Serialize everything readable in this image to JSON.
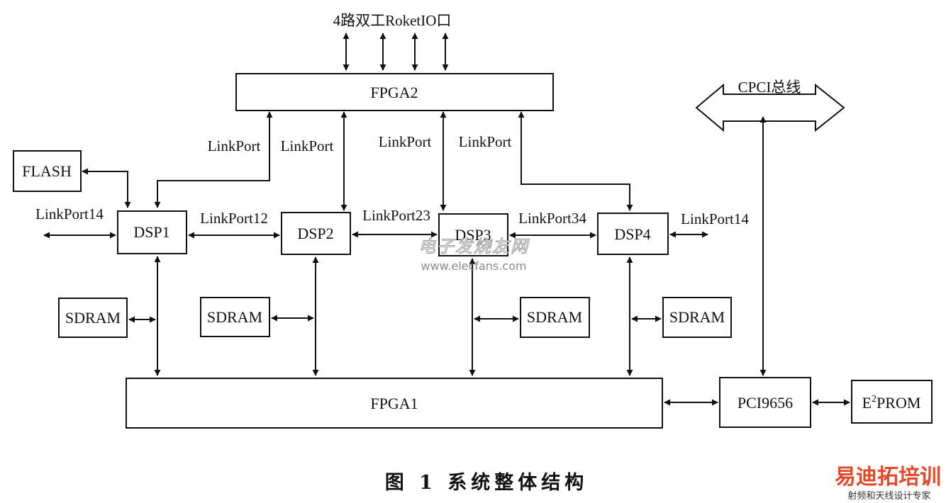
{
  "top_label": "4路双工RoketIO口",
  "cpci_label": "CPCI总线",
  "boxes": {
    "fpga2": "FPGA2",
    "fpga1": "FPGA1",
    "flash": "FLASH",
    "dsp1": "DSP1",
    "dsp2": "DSP2",
    "dsp3": "DSP3",
    "dsp4": "DSP4",
    "sdram1": "SDRAM",
    "sdram2": "SDRAM",
    "sdram3": "SDRAM",
    "sdram4": "SDRAM",
    "pci": "PCI9656",
    "eprom_e": "E",
    "eprom_sup": "2",
    "eprom_rest": "PROM"
  },
  "links": {
    "lp_dsp1_fpga2": "LinkPort",
    "lp_dsp2_fpga2": "LinkPort",
    "lp_dsp3_fpga2": "LinkPort",
    "lp_dsp4_fpga2": "LinkPort",
    "lp14_left": "LinkPort14",
    "lp12": "LinkPort12",
    "lp23": "LinkPort23",
    "lp34": "LinkPort34",
    "lp14_right": "LinkPort14"
  },
  "caption": "图 1   系统整体结构",
  "watermarks": {
    "site_cn": "电子发烧友网",
    "site_url": "www.elecfans.com",
    "brand": "易迪拓培训",
    "brand_sub": "射频和天线设计专家"
  },
  "colors": {
    "line": "#111111",
    "brand": "#e04a2a",
    "watermark": "#9a9a9a"
  }
}
